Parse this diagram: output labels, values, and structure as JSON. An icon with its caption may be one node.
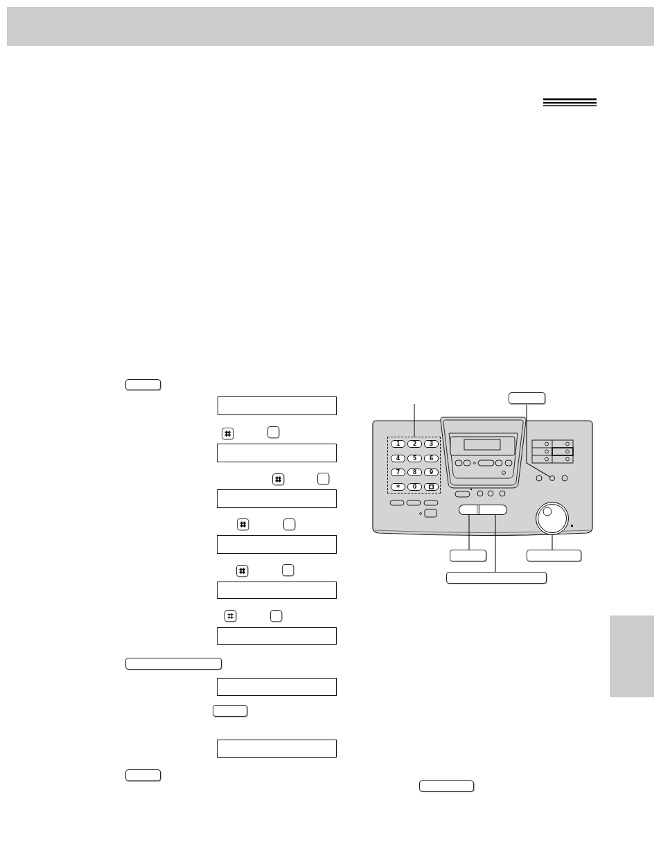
{
  "diagram": {
    "nodes": [
      {
        "text": [],
        "shape": "box"
      },
      {
        "text": [],
        "shape": "box"
      },
      {
        "text": [],
        "shape": "box"
      },
      {
        "text": [],
        "shape": "box"
      },
      {
        "text": [],
        "shape": "box"
      },
      {
        "text": [],
        "shape": "box"
      },
      {
        "text": [],
        "shape": "box"
      },
      {
        "text": [],
        "shape": "box"
      },
      {
        "text": [],
        "shape": "box"
      },
      {
        "text": [],
        "shape": "box"
      },
      {
        "text": [],
        "shape": "box"
      },
      {
        "text": [],
        "shape": "box"
      },
      {
        "text": [],
        "shape": "box"
      },
      {
        "text": [],
        "shape": "picture"
      },
      {
        "text": [],
        "shape": "box",
        "in": 13
      },
      {
        "text": [],
        "shape": "circle",
        "in": 13
      },
      {
        "text": [],
        "shape": "box",
        "in": 13
      },
      {
        "text": [],
        "shape": "box",
        "in": 13
      },
      {
        "text": [],
        "shape": "circle",
        "in": 13
      },
      {
        "text": [],
        "shape": "box"
      },
      {
        "text": [],
        "shape": "box"
      },
      {
        "text": [],
        "shape": "box"
      },
      {
        "text": [],
        "shape": "box"
      },
      {
        "text": [],
        "shape": "box"
      }
    ],
    "edges": [
      {
        "from": null,
        "to": 14,
        "arrow": "none"
      },
      {
        "from": 12,
        "to": 15,
        "arrow": "none"
      },
      {
        "from": 19,
        "to": 16,
        "arrow": "none"
      },
      {
        "from": 21,
        "to": 17,
        "arrow": "none"
      },
      {
        "from": 20,
        "to": 18,
        "arrow": "none"
      }
    ],
    "labels": [
      "1",
      "2",
      "3",
      "4",
      "5",
      "6",
      "7",
      "8",
      "9",
      "*",
      "0"
    ]
  }
}
